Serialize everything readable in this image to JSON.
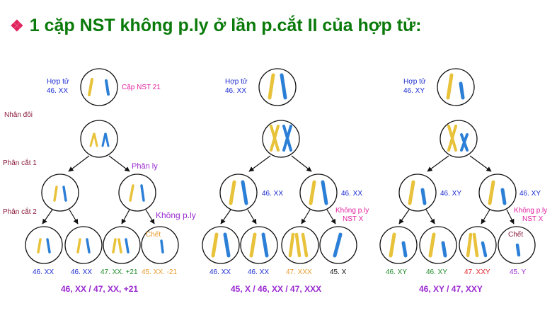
{
  "title": {
    "bullet": "❖",
    "text": "1 cặp NST không p.ly ở lần p.cắt II của hợp tử:"
  },
  "colors": {
    "title": "#0a7a0a",
    "bullet": "#e0245e",
    "blue_text": "#1a2ad0",
    "magenta_text": "#e020a0",
    "brown_text": "#8a1a3a",
    "purple_text": "#9a2ad0",
    "green_text": "#1f8a2a",
    "orange_text": "#e89a2a",
    "red_text": "#e0202a",
    "black_text": "#111111",
    "chromosome_yellow": "#e8c23a",
    "chromosome_blue": "#2b7fd6"
  },
  "stage_labels": {
    "nhan_doi": "Nhân đôi",
    "phan_cat_1": "Phân cắt 1",
    "phan_cat_2": "Phân cắt 2"
  },
  "panels": [
    {
      "id": "p1",
      "zygote_label_line1": "Hợp tử",
      "zygote_label_line2": "46. XX",
      "pair_label": "Cặp NST 21",
      "division1_note": "Phân ly",
      "division2_note": "Không p.ly",
      "dead_label": "Chết",
      "cell_labels": [
        "46. XX",
        "46. XX",
        "47. XX. +21",
        "45. XX. -21"
      ],
      "summary": "46, XX / 47, XX, +21"
    },
    {
      "id": "p2",
      "zygote_label_line1": "Hợp tử",
      "zygote_label_line2": "46. XX",
      "left_mid_label": "46. XX",
      "right_mid_label": "46. XX",
      "nondisjunction_line1": "Không p.ly",
      "nondisjunction_line2": "NST X",
      "cell_labels": [
        "46. XX",
        "46. XX",
        "47. XXX",
        "45. X"
      ],
      "summary": "45, X / 46, XX / 47, XXX"
    },
    {
      "id": "p3",
      "zygote_label_line1": "Hợp tử",
      "zygote_label_line2": "46. XY",
      "left_mid_label": "46. XY",
      "right_mid_label": "46. XY",
      "nondisjunction_line1": "Không p.ly",
      "nondisjunction_line2": "NST X",
      "dead_label": "Chết",
      "cell_labels": [
        "46. XY",
        "46. XY",
        "47. XXY",
        "45. Y"
      ],
      "summary": "46, XY / 47, XXY"
    }
  ]
}
